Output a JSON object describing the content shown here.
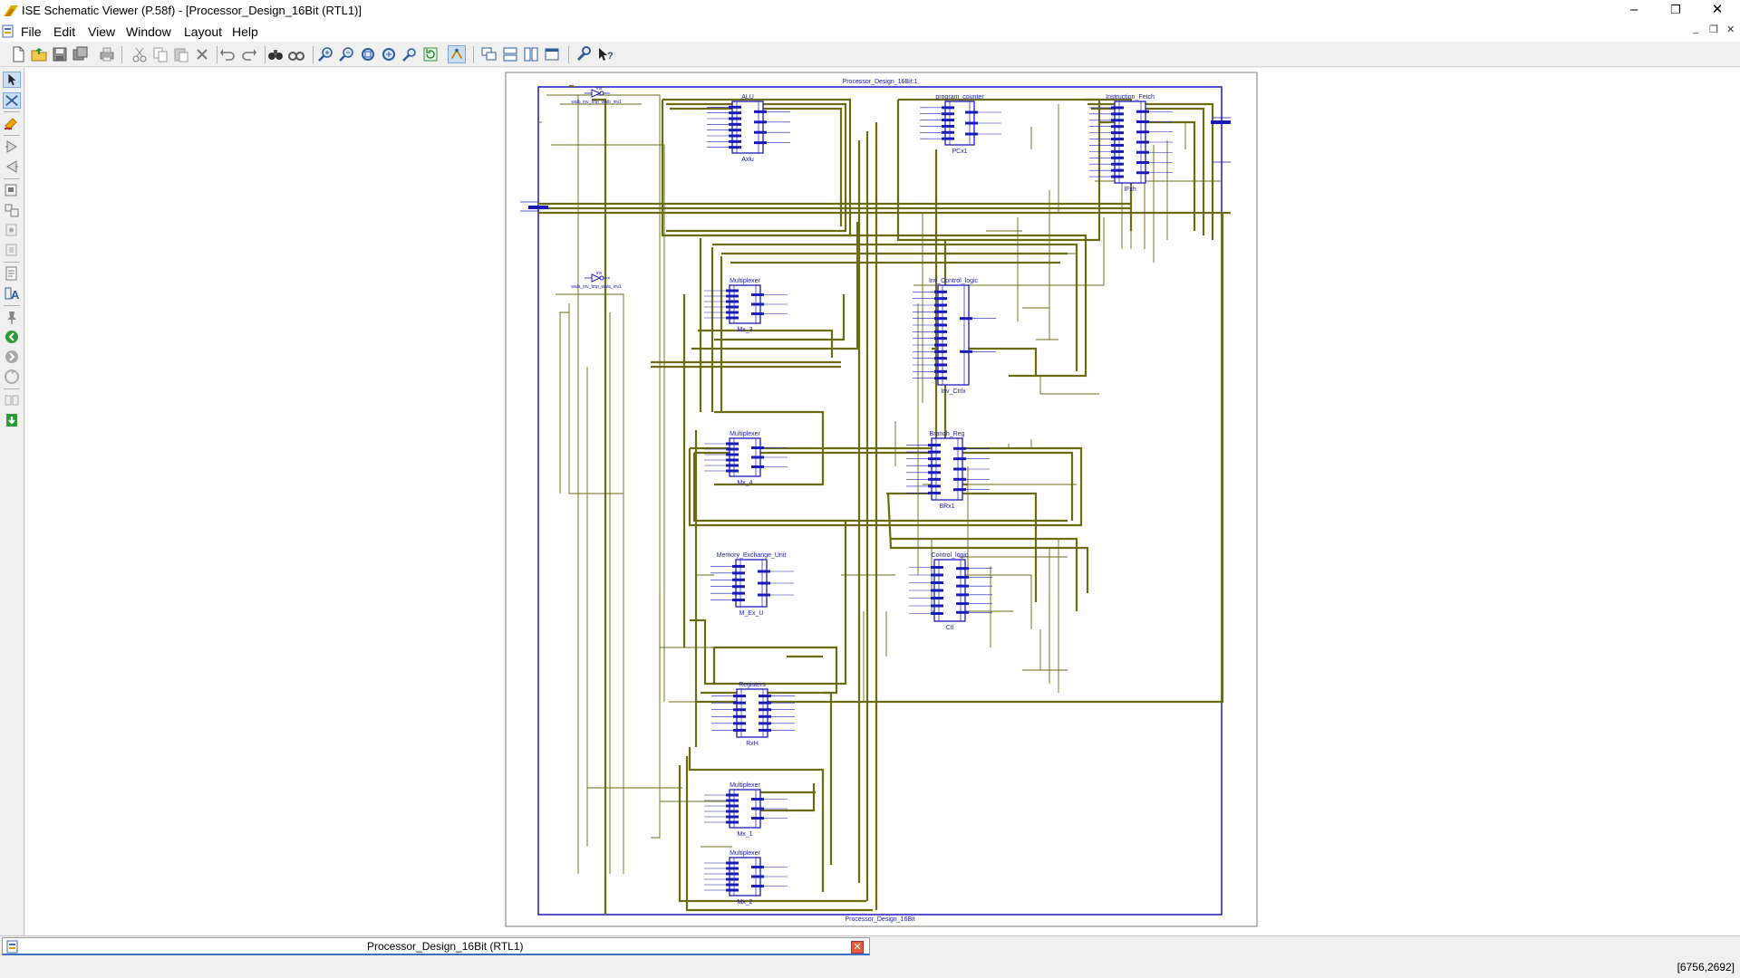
{
  "window": {
    "title": "ISE Schematic Viewer (P.58f) - [Processor_Design_16Bit (RTL1)]",
    "controls": {
      "minimize": "–",
      "restore": "❐",
      "close": "✕"
    }
  },
  "menu": {
    "items": [
      "File",
      "Edit",
      "View",
      "Window",
      "Layout",
      "Help"
    ]
  },
  "mdi_controls": {
    "minimize": "_",
    "restore": "❐",
    "close": "✕"
  },
  "toolbar": {
    "icons": [
      "new-file-icon",
      "open-file-icon",
      "save-icon",
      "save-all-icon",
      "print-icon",
      "cut-icon",
      "copy-icon",
      "paste-icon",
      "delete-icon",
      "undo-icon",
      "redo-icon",
      "find-icon",
      "find-next-icon",
      "zoom-in-icon",
      "zoom-out-icon",
      "zoom-full-icon",
      "zoom-to-selected-icon",
      "zoom-area-icon",
      "refresh-icon",
      "pan-icon",
      "cascade-windows-icon",
      "tile-horizontal-icon",
      "tile-vertical-icon",
      "arrange-windows-icon",
      "properties-icon",
      "help-context-icon"
    ]
  },
  "left_tools": {
    "icons": [
      "select-arrow-icon",
      "add-wire-icon",
      "highlight-net-icon",
      "expand-forward-icon",
      "expand-backward-icon",
      "push-into-icon",
      "pop-out-icon",
      "hide-icon",
      "show-icon",
      "view-rtl-icon",
      "add-text-icon",
      "pin-icon",
      "back-green-icon",
      "forward-gray-icon",
      "refresh-gray-icon",
      "show-all-icon",
      "download-green-icon"
    ]
  },
  "schematic": {
    "design_title": "Processor_Design_16Bit:1",
    "design_name": "Processor_Design_16Bit",
    "inverters": [
      {
        "type": "inv",
        "instance": "walb_inv_tmp_walb_inv1"
      },
      {
        "type": "inv",
        "instance": "wala_inv_tmp_wala_inv1"
      }
    ],
    "blocks": [
      {
        "name": "ALU",
        "instance": "Axlu"
      },
      {
        "name": "program_counter",
        "instance": "PCx1"
      },
      {
        "name": "Instruction_Fetch",
        "instance": "IFxh"
      },
      {
        "name": "Multiplexer",
        "instance": "Mx_3"
      },
      {
        "name": "Inv_Control_logic",
        "instance": "Inv_Ctrlx"
      },
      {
        "name": "Multiplexer",
        "instance": "Mx_4"
      },
      {
        "name": "Branch_Reg",
        "instance": "BRx1"
      },
      {
        "name": "Memory_Exchange_Unit",
        "instance": "M_Ex_U"
      },
      {
        "name": "Control_logic",
        "instance": "Ctl"
      },
      {
        "name": "Registers",
        "instance": "RxH"
      },
      {
        "name": "Multiplexer",
        "instance": "Mx_1"
      },
      {
        "name": "Multiplexer",
        "instance": "Mx_2"
      }
    ]
  },
  "tab": {
    "label": "Processor_Design_16Bit (RTL1)",
    "close": "✕"
  },
  "status": {
    "coords": "[6756,2692]"
  },
  "colors": {
    "symbol": "#1a1ab8",
    "wire": "#6b6b10",
    "canvas": "#ffffff"
  }
}
